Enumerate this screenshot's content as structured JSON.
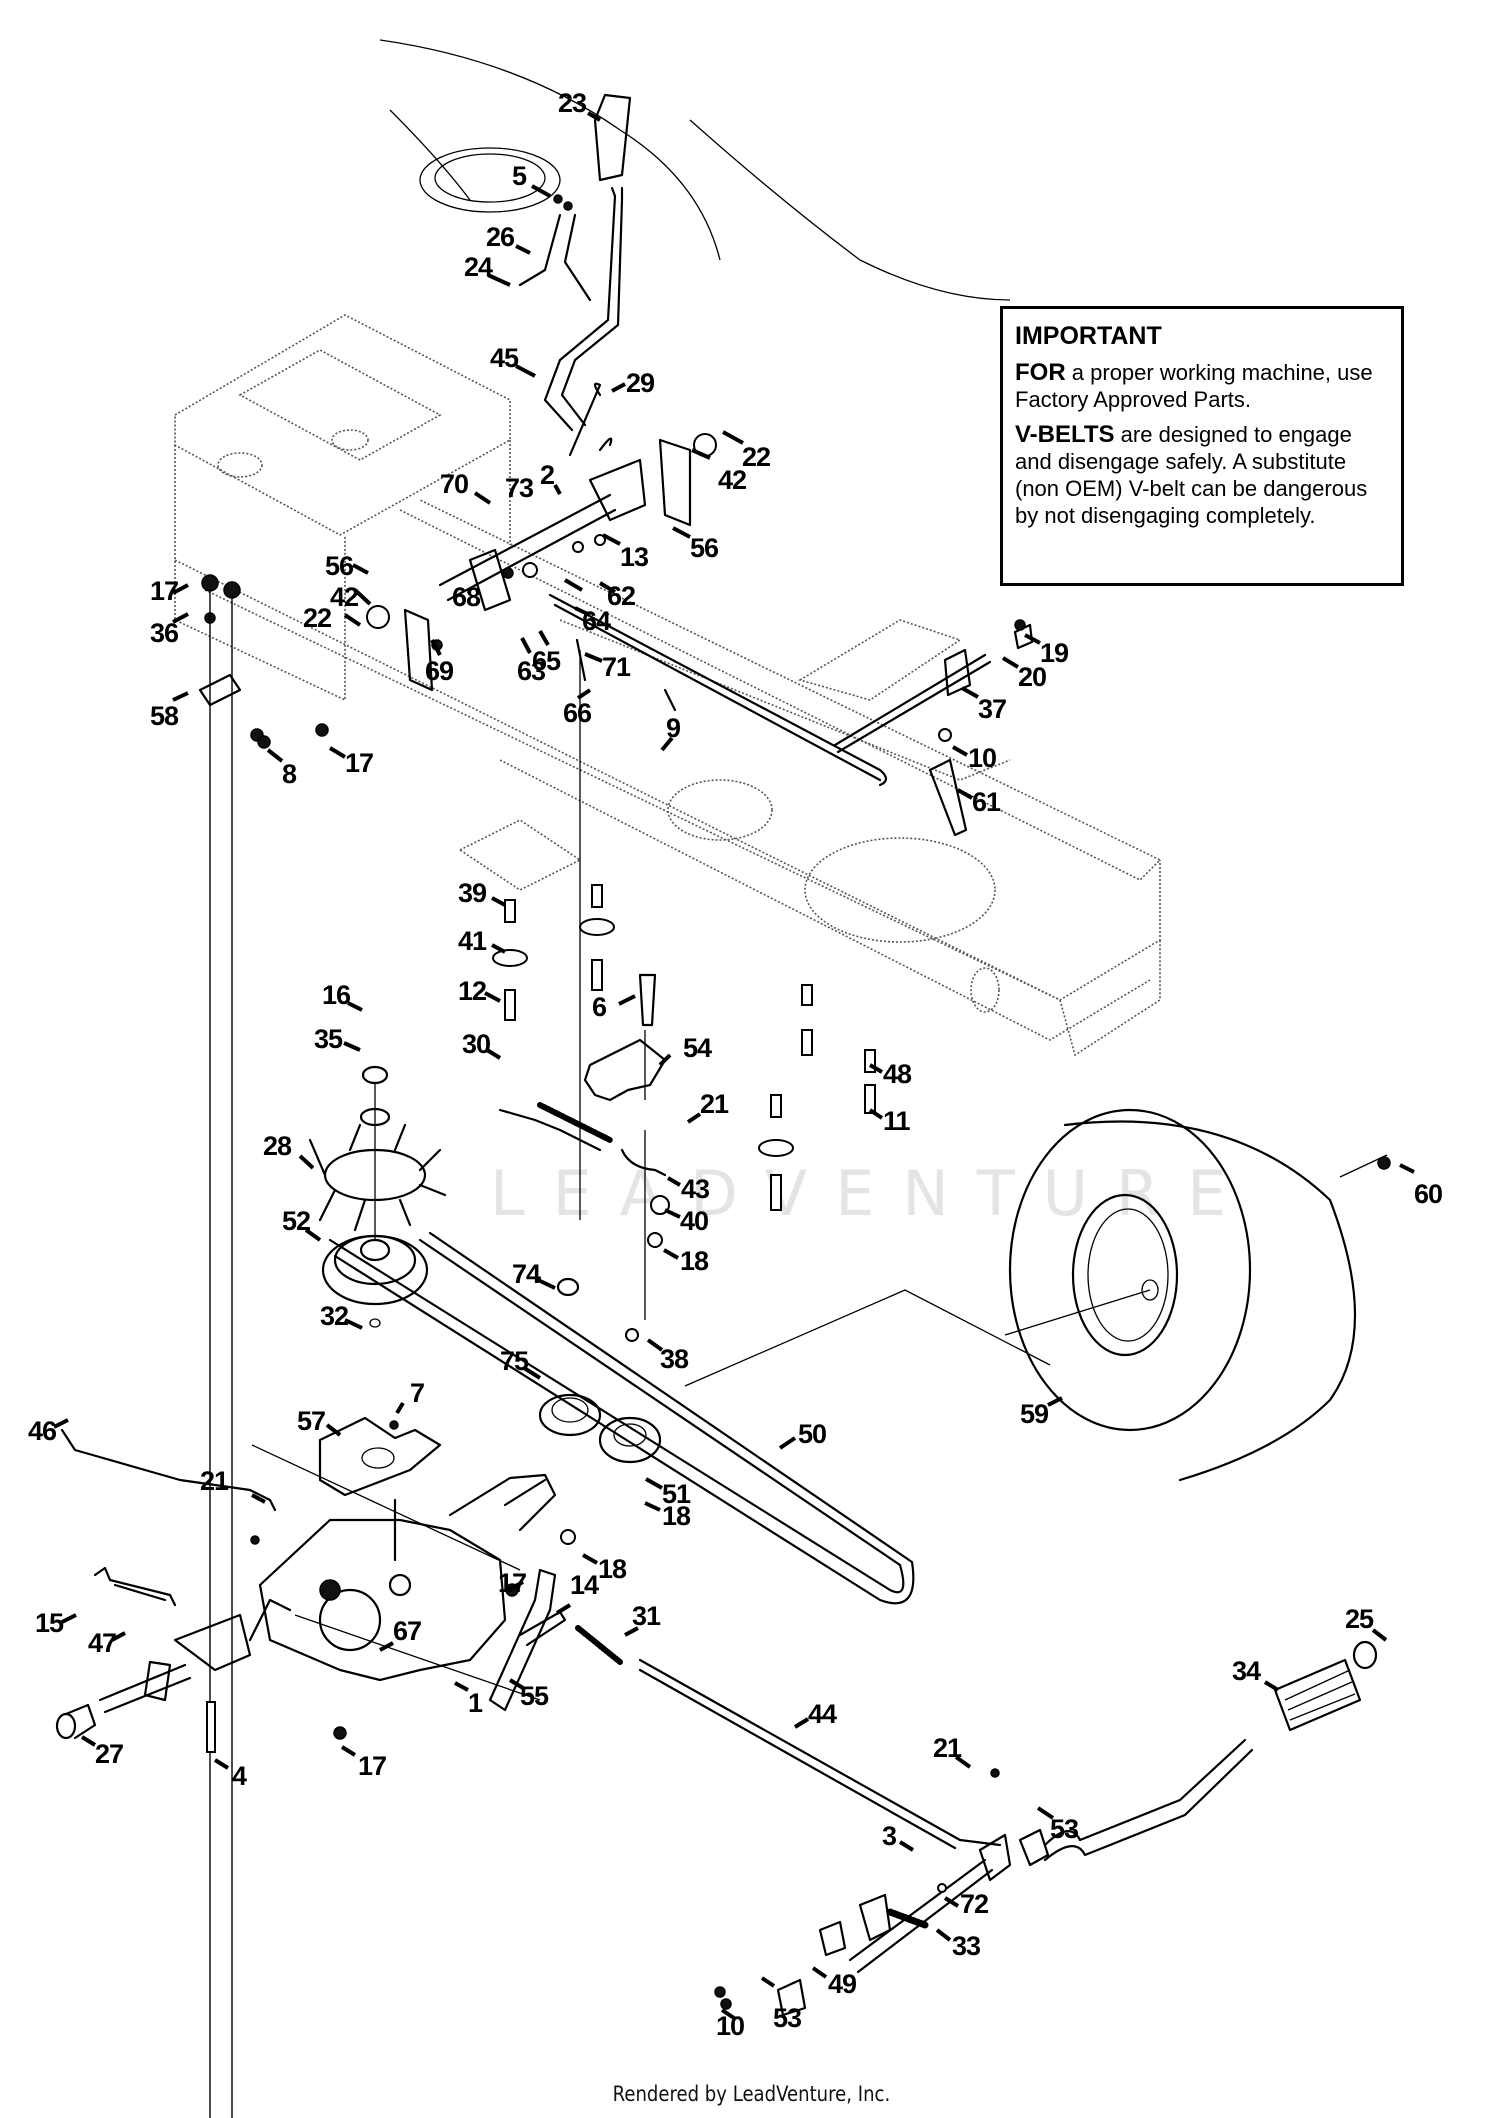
{
  "diagram": {
    "title": "Frame, Drive & Transmission Parts Diagram",
    "watermark": "LEADVENTURE",
    "callouts": [
      {
        "id": "c23a",
        "label": "23"
      },
      {
        "id": "c5",
        "label": "5"
      },
      {
        "id": "c26",
        "label": "26"
      },
      {
        "id": "c24",
        "label": "24"
      },
      {
        "id": "c45",
        "label": "45"
      },
      {
        "id": "c29",
        "label": "29"
      },
      {
        "id": "c22a",
        "label": "22"
      },
      {
        "id": "c42a",
        "label": "42"
      },
      {
        "id": "c56a",
        "label": "56"
      },
      {
        "id": "c2",
        "label": "2"
      },
      {
        "id": "c70",
        "label": "70"
      },
      {
        "id": "c73",
        "label": "73"
      },
      {
        "id": "c13",
        "label": "13"
      },
      {
        "id": "c17a",
        "label": "17"
      },
      {
        "id": "c36",
        "label": "36"
      },
      {
        "id": "c56b",
        "label": "56"
      },
      {
        "id": "c42b",
        "label": "42"
      },
      {
        "id": "c22b",
        "label": "22"
      },
      {
        "id": "c69",
        "label": "69"
      },
      {
        "id": "c68",
        "label": "68"
      },
      {
        "id": "c62",
        "label": "62"
      },
      {
        "id": "c64",
        "label": "64"
      },
      {
        "id": "c63",
        "label": "63"
      },
      {
        "id": "c65",
        "label": "65"
      },
      {
        "id": "c71",
        "label": "71"
      },
      {
        "id": "c66",
        "label": "66"
      },
      {
        "id": "c19",
        "label": "19"
      },
      {
        "id": "c20",
        "label": "20"
      },
      {
        "id": "c37",
        "label": "37"
      },
      {
        "id": "c58",
        "label": "58"
      },
      {
        "id": "c8",
        "label": "8"
      },
      {
        "id": "c17b",
        "label": "17"
      },
      {
        "id": "c9",
        "label": "9"
      },
      {
        "id": "c10a",
        "label": "10"
      },
      {
        "id": "c61",
        "label": "61"
      },
      {
        "id": "c39",
        "label": "39"
      },
      {
        "id": "c41",
        "label": "41"
      },
      {
        "id": "c12",
        "label": "12"
      },
      {
        "id": "c6",
        "label": "6"
      },
      {
        "id": "c54",
        "label": "54"
      },
      {
        "id": "c48",
        "label": "48"
      },
      {
        "id": "c11",
        "label": "11"
      },
      {
        "id": "c16",
        "label": "16"
      },
      {
        "id": "c35",
        "label": "35"
      },
      {
        "id": "c30",
        "label": "30"
      },
      {
        "id": "c21a",
        "label": "21"
      },
      {
        "id": "c43",
        "label": "43"
      },
      {
        "id": "c28",
        "label": "28"
      },
      {
        "id": "c40",
        "label": "40"
      },
      {
        "id": "c18a",
        "label": "18"
      },
      {
        "id": "c60",
        "label": "60"
      },
      {
        "id": "c52",
        "label": "52"
      },
      {
        "id": "c74",
        "label": "74"
      },
      {
        "id": "c32",
        "label": "32"
      },
      {
        "id": "c38",
        "label": "38"
      },
      {
        "id": "c75",
        "label": "75"
      },
      {
        "id": "c50",
        "label": "50"
      },
      {
        "id": "c59",
        "label": "59"
      },
      {
        "id": "c46",
        "label": "46"
      },
      {
        "id": "c57",
        "label": "57"
      },
      {
        "id": "c7",
        "label": "7"
      },
      {
        "id": "c51",
        "label": "51"
      },
      {
        "id": "c18b",
        "label": "18"
      },
      {
        "id": "c21b",
        "label": "21"
      },
      {
        "id": "c18c",
        "label": "18"
      },
      {
        "id": "c17c",
        "label": "17"
      },
      {
        "id": "c14",
        "label": "14"
      },
      {
        "id": "c31",
        "label": "31"
      },
      {
        "id": "c15",
        "label": "15"
      },
      {
        "id": "c47",
        "label": "47"
      },
      {
        "id": "c67",
        "label": "67"
      },
      {
        "id": "c55",
        "label": "55"
      },
      {
        "id": "c1",
        "label": "1"
      },
      {
        "id": "c25",
        "label": "25"
      },
      {
        "id": "c34",
        "label": "34"
      },
      {
        "id": "c27",
        "label": "27"
      },
      {
        "id": "c4",
        "label": "4"
      },
      {
        "id": "c17d",
        "label": "17"
      },
      {
        "id": "c44",
        "label": "44"
      },
      {
        "id": "c21c",
        "label": "21"
      },
      {
        "id": "c53a",
        "label": "53"
      },
      {
        "id": "c3",
        "label": "3"
      },
      {
        "id": "c72",
        "label": "72"
      },
      {
        "id": "c33",
        "label": "33"
      },
      {
        "id": "c49",
        "label": "49"
      },
      {
        "id": "c10b",
        "label": "10"
      },
      {
        "id": "c53b",
        "label": "53"
      }
    ]
  },
  "notice": {
    "title": "IMPORTANT",
    "para1_bold": "FOR",
    "para1_text": " a proper working machine, use Factory Approved Parts.",
    "para2_bold": "V-BELTS",
    "para2_text": " are designed to engage and disengage safely. A substitute (non OEM) V-belt can be dangerous by not disengaging completely."
  },
  "footer": {
    "credit": "Rendered by LeadVenture, Inc."
  }
}
